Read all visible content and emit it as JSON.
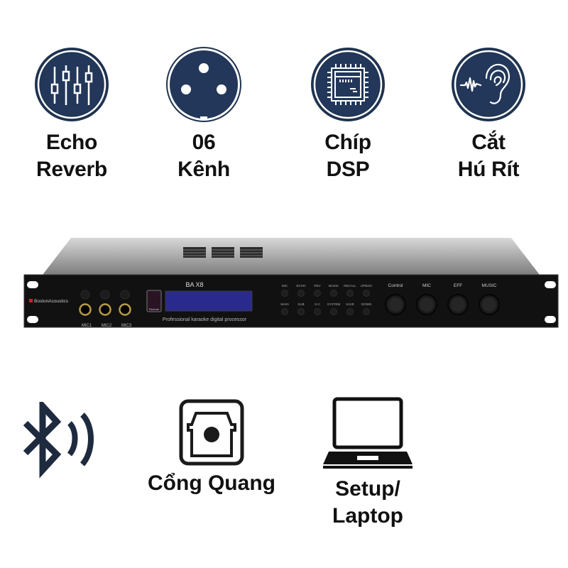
{
  "colors": {
    "badge_fill": "#1f3350",
    "badge_ring": "#1f3350",
    "icon_dark": "#1e2a3e",
    "device_panel": "#111111",
    "device_chassis": "#8a8a8a",
    "lcd": "#2a2a8e",
    "jack_gold": "#b89a4a",
    "brand_red": "#c8242b"
  },
  "top_features": [
    {
      "icon": "equalizer-sliders-icon",
      "line1": "Echo",
      "line2": "Reverb"
    },
    {
      "icon": "xlr-connector-icon",
      "line1": "06",
      "line2": "Kênh"
    },
    {
      "icon": "dsp-chip-icon",
      "line1": "Chíp",
      "line2": "DSP"
    },
    {
      "icon": "ear-sound-wave-icon",
      "line1": "Cắt",
      "line2": "Hú Rít"
    }
  ],
  "device": {
    "brand": "BostonAcoustics",
    "model": "BA X8",
    "subtitle": "Professional karaoke digital processor",
    "remote_label": "Remote",
    "mic_inputs": [
      "MIC1",
      "MIC2",
      "MIC3"
    ],
    "buttons_row1": [
      "MIC",
      "ECHO",
      "REV",
      "MUSIC",
      "RECALL",
      "UP/ESC"
    ],
    "buttons_row2": [
      "MAIN",
      "SUB",
      "S-C",
      "SYSTEM",
      "SAVE",
      "DOWN"
    ],
    "knobs": [
      "Control",
      "MIC",
      "EFF",
      "MUSIC"
    ]
  },
  "bottom_features": [
    {
      "icon": "bluetooth-wireless-icon",
      "label": ""
    },
    {
      "icon": "optical-port-icon",
      "label": "Cổng Quang"
    },
    {
      "icon": "laptop-icon",
      "label_line1": "Setup/",
      "label_line2": "Laptop"
    }
  ]
}
